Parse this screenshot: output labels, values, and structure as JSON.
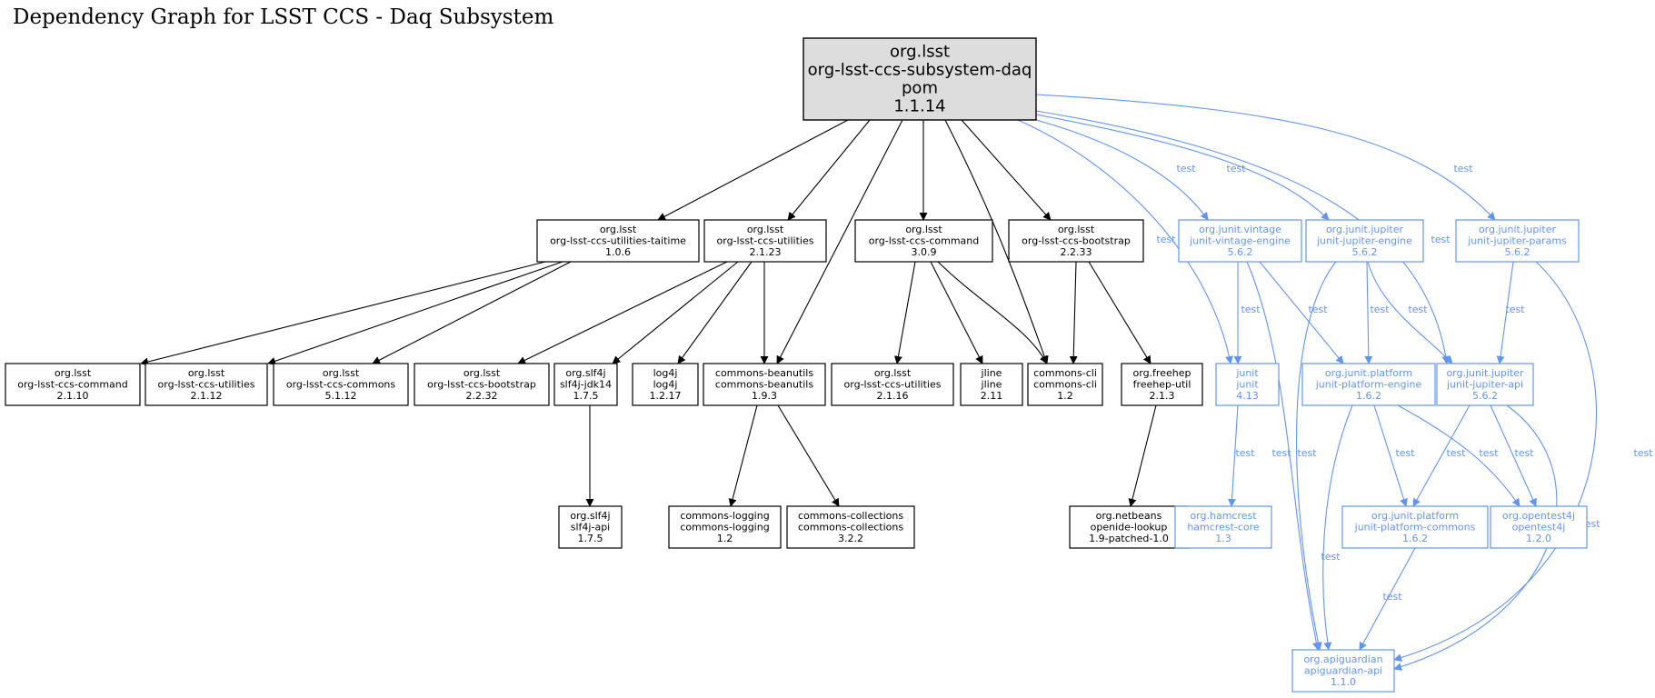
{
  "title": "Dependency Graph for LSST CCS - Daq Subsystem",
  "colors": {
    "compile": "#000000",
    "test": "#6495ed",
    "root_fill": "#dddddd",
    "node_fill": "#ffffff"
  },
  "edge_label_test": "test",
  "nodes": [
    {
      "id": "root",
      "lines": [
        "org.lsst",
        "org-lsst-ccs-subsystem-daq",
        "pom",
        "1.1.14"
      ],
      "scope": "root"
    },
    {
      "id": "taitime",
      "lines": [
        "org.lsst",
        "org-lsst-ccs-utilities-taitime",
        "1.0.6"
      ],
      "scope": "compile"
    },
    {
      "id": "utilities",
      "lines": [
        "org.lsst",
        "org-lsst-ccs-utilities",
        "2.1.23"
      ],
      "scope": "compile"
    },
    {
      "id": "command",
      "lines": [
        "org.lsst",
        "org-lsst-ccs-command",
        "3.0.9"
      ],
      "scope": "compile"
    },
    {
      "id": "bootstrap",
      "lines": [
        "org.lsst",
        "org-lsst-ccs-bootstrap",
        "2.2.33"
      ],
      "scope": "compile"
    },
    {
      "id": "vintage",
      "lines": [
        "org.junit.vintage",
        "junit-vintage-engine",
        "5.6.2"
      ],
      "scope": "test"
    },
    {
      "id": "jupiter-engine",
      "lines": [
        "org.junit.jupiter",
        "junit-jupiter-engine",
        "5.6.2"
      ],
      "scope": "test"
    },
    {
      "id": "jupiter-params",
      "lines": [
        "org.junit.jupiter",
        "junit-jupiter-params",
        "5.6.2"
      ],
      "scope": "test"
    },
    {
      "id": "command-2110",
      "lines": [
        "org.lsst",
        "org-lsst-ccs-command",
        "2.1.10"
      ],
      "scope": "compile"
    },
    {
      "id": "utilities-2112",
      "lines": [
        "org.lsst",
        "org-lsst-ccs-utilities",
        "2.1.12"
      ],
      "scope": "compile"
    },
    {
      "id": "commons-5112",
      "lines": [
        "org.lsst",
        "org-lsst-ccs-commons",
        "5.1.12"
      ],
      "scope": "compile"
    },
    {
      "id": "bootstrap-2232",
      "lines": [
        "org.lsst",
        "org-lsst-ccs-bootstrap",
        "2.2.32"
      ],
      "scope": "compile"
    },
    {
      "id": "slf4j-jdk14",
      "lines": [
        "org.slf4j",
        "slf4j-jdk14",
        "1.7.5"
      ],
      "scope": "compile"
    },
    {
      "id": "log4j",
      "lines": [
        "log4j",
        "log4j",
        "1.2.17"
      ],
      "scope": "compile"
    },
    {
      "id": "beanutils",
      "lines": [
        "commons-beanutils",
        "commons-beanutils",
        "1.9.3"
      ],
      "scope": "compile"
    },
    {
      "id": "utilities-2116",
      "lines": [
        "org.lsst",
        "org-lsst-ccs-utilities",
        "2.1.16"
      ],
      "scope": "compile"
    },
    {
      "id": "jline",
      "lines": [
        "jline",
        "jline",
        "2.11"
      ],
      "scope": "compile"
    },
    {
      "id": "commons-cli",
      "lines": [
        "commons-cli",
        "commons-cli",
        "1.2"
      ],
      "scope": "compile"
    },
    {
      "id": "freehep",
      "lines": [
        "org.freehep",
        "freehep-util",
        "2.1.3"
      ],
      "scope": "compile"
    },
    {
      "id": "junit",
      "lines": [
        "junit",
        "junit",
        "4.13"
      ],
      "scope": "test"
    },
    {
      "id": "platform-engine",
      "lines": [
        "org.junit.platform",
        "junit-platform-engine",
        "1.6.2"
      ],
      "scope": "test"
    },
    {
      "id": "jupiter-api",
      "lines": [
        "org.junit.jupiter",
        "junit-jupiter-api",
        "5.6.2"
      ],
      "scope": "test"
    },
    {
      "id": "slf4j-api",
      "lines": [
        "org.slf4j",
        "slf4j-api",
        "1.7.5"
      ],
      "scope": "compile"
    },
    {
      "id": "commons-logging",
      "lines": [
        "commons-logging",
        "commons-logging",
        "1.2"
      ],
      "scope": "compile"
    },
    {
      "id": "commons-collections",
      "lines": [
        "commons-collections",
        "commons-collections",
        "3.2.2"
      ],
      "scope": "compile"
    },
    {
      "id": "openide",
      "lines": [
        "org.netbeans",
        "openide-lookup",
        "1.9-patched-1.0"
      ],
      "scope": "compile"
    },
    {
      "id": "hamcrest",
      "lines": [
        "org.hamcrest",
        "hamcrest-core",
        "1.3"
      ],
      "scope": "test"
    },
    {
      "id": "platform-commons",
      "lines": [
        "org.junit.platform",
        "junit-platform-commons",
        "1.6.2"
      ],
      "scope": "test"
    },
    {
      "id": "opentest4j",
      "lines": [
        "org.opentest4j",
        "opentest4j",
        "1.2.0"
      ],
      "scope": "test"
    },
    {
      "id": "apiguardian",
      "lines": [
        "org.apiguardian",
        "apiguardian-api",
        "1.1.0"
      ],
      "scope": "test"
    }
  ],
  "edges": [
    {
      "from": "root",
      "to": "taitime",
      "scope": "compile"
    },
    {
      "from": "root",
      "to": "utilities",
      "scope": "compile"
    },
    {
      "from": "root",
      "to": "beanutils",
      "scope": "compile"
    },
    {
      "from": "root",
      "to": "command",
      "scope": "compile"
    },
    {
      "from": "root",
      "to": "commons-cli",
      "scope": "compile"
    },
    {
      "from": "root",
      "to": "bootstrap",
      "scope": "compile"
    },
    {
      "from": "root",
      "to": "junit",
      "scope": "test",
      "label": true
    },
    {
      "from": "root",
      "to": "vintage",
      "scope": "test",
      "label": true
    },
    {
      "from": "root",
      "to": "jupiter-engine",
      "scope": "test",
      "label": true
    },
    {
      "from": "root",
      "to": "jupiter-api",
      "scope": "test",
      "label": true
    },
    {
      "from": "root",
      "to": "jupiter-params",
      "scope": "test",
      "label": true
    },
    {
      "from": "taitime",
      "to": "command-2110",
      "scope": "compile"
    },
    {
      "from": "taitime",
      "to": "utilities-2112",
      "scope": "compile"
    },
    {
      "from": "taitime",
      "to": "commons-5112",
      "scope": "compile"
    },
    {
      "from": "utilities",
      "to": "bootstrap-2232",
      "scope": "compile"
    },
    {
      "from": "utilities",
      "to": "slf4j-jdk14",
      "scope": "compile"
    },
    {
      "from": "utilities",
      "to": "log4j",
      "scope": "compile"
    },
    {
      "from": "utilities",
      "to": "beanutils",
      "scope": "compile"
    },
    {
      "from": "command",
      "to": "utilities-2116",
      "scope": "compile"
    },
    {
      "from": "command",
      "to": "jline",
      "scope": "compile"
    },
    {
      "from": "command",
      "to": "commons-cli",
      "scope": "compile"
    },
    {
      "from": "bootstrap",
      "to": "commons-cli",
      "scope": "compile"
    },
    {
      "from": "bootstrap",
      "to": "freehep",
      "scope": "compile"
    },
    {
      "from": "slf4j-jdk14",
      "to": "slf4j-api",
      "scope": "compile"
    },
    {
      "from": "beanutils",
      "to": "commons-logging",
      "scope": "compile"
    },
    {
      "from": "beanutils",
      "to": "commons-collections",
      "scope": "compile"
    },
    {
      "from": "freehep",
      "to": "openide",
      "scope": "compile"
    },
    {
      "from": "vintage",
      "to": "junit",
      "scope": "test",
      "label": true
    },
    {
      "from": "vintage",
      "to": "platform-engine",
      "scope": "test",
      "label": true
    },
    {
      "from": "vintage",
      "to": "apiguardian",
      "scope": "test",
      "label": true
    },
    {
      "from": "jupiter-engine",
      "to": "platform-engine",
      "scope": "test",
      "label": true
    },
    {
      "from": "jupiter-engine",
      "to": "jupiter-api",
      "scope": "test",
      "label": true
    },
    {
      "from": "jupiter-engine",
      "to": "apiguardian",
      "scope": "test",
      "label": true
    },
    {
      "from": "jupiter-params",
      "to": "jupiter-api",
      "scope": "test",
      "label": true
    },
    {
      "from": "jupiter-params",
      "to": "apiguardian",
      "scope": "test",
      "label": true
    },
    {
      "from": "junit",
      "to": "hamcrest",
      "scope": "test",
      "label": true
    },
    {
      "from": "platform-engine",
      "to": "platform-commons",
      "scope": "test",
      "label": true
    },
    {
      "from": "platform-engine",
      "to": "opentest4j",
      "scope": "test",
      "label": true
    },
    {
      "from": "platform-engine",
      "to": "apiguardian",
      "scope": "test",
      "label": true
    },
    {
      "from": "jupiter-api",
      "to": "platform-commons",
      "scope": "test",
      "label": true
    },
    {
      "from": "jupiter-api",
      "to": "opentest4j",
      "scope": "test",
      "label": true
    },
    {
      "from": "jupiter-api",
      "to": "apiguardian",
      "scope": "test",
      "label": true
    },
    {
      "from": "platform-commons",
      "to": "apiguardian",
      "scope": "test",
      "label": true
    }
  ]
}
